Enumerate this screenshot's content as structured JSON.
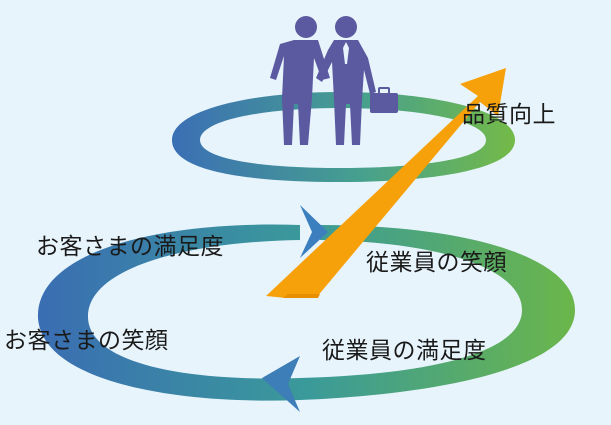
{
  "labels": {
    "quality_improvement": "品質向上",
    "customer_satisfaction": "お客さまの満足度",
    "employee_smile": "従業員の笑顔",
    "customer_smile": "お客さまの笑顔",
    "employee_satisfaction": "従業員の満足度"
  },
  "colors": {
    "background": "#e7f4fc",
    "ring_blue": "#3a6db3",
    "ring_teal": "#3a9a9a",
    "ring_green": "#6bb64a",
    "arrow_orange": "#f7a10a",
    "figures_purple": "#5b5aa0"
  },
  "icons": {
    "people": "handshake-businessmen-icon",
    "briefcase": "briefcase-icon"
  }
}
